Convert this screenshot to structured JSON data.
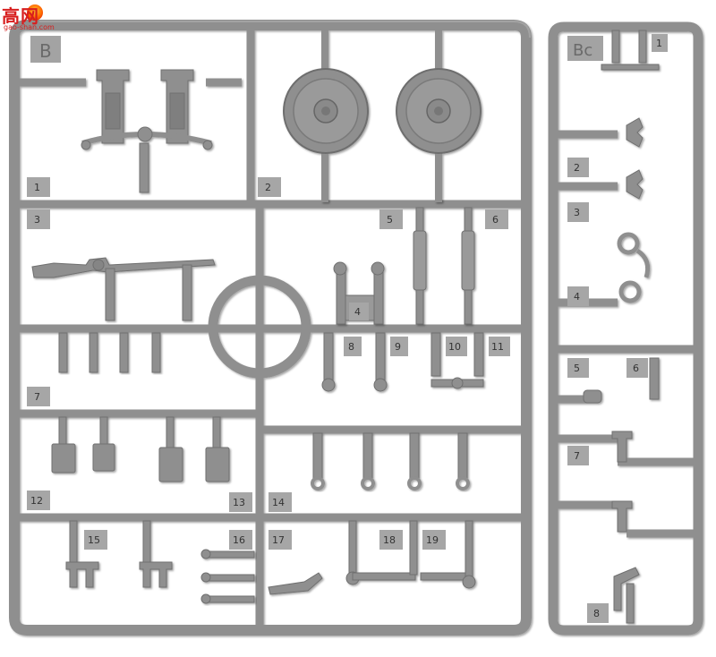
{
  "watermark": {
    "logo": "高网",
    "url": "gao-shan.com"
  },
  "sprue_b": {
    "frame_letter": "B",
    "part_numbers": [
      "1",
      "2",
      "3",
      "4",
      "5",
      "6",
      "7",
      "8",
      "9",
      "10",
      "11",
      "12",
      "13",
      "14",
      "15",
      "16",
      "17",
      "18",
      "19"
    ]
  },
  "sprue_bc": {
    "frame_letter": "Bc",
    "part_numbers": [
      "1",
      "2",
      "3",
      "4",
      "5",
      "6",
      "7",
      "8"
    ]
  },
  "colors": {
    "plastic": "#8f8f8f",
    "plastic_dark": "#6e6e6e",
    "plastic_light": "#a9a9a9",
    "background": "#ffffff"
  }
}
